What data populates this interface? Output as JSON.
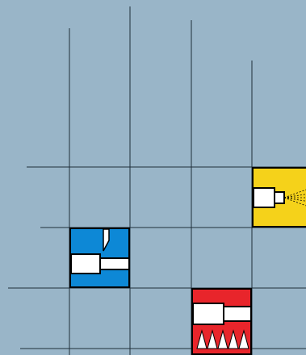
{
  "board": {
    "background_color": "#99b5c8",
    "grid_line_color": "#1f2f3a"
  },
  "pieces": [
    {
      "name": "laser-emitter",
      "color": "#f5d21a",
      "icon": "laser-emitter-icon"
    },
    {
      "name": "deflector-block",
      "color": "#0d88d6",
      "icon": "deflector-block-icon"
    },
    {
      "name": "spike-crusher",
      "color": "#e8252b",
      "icon": "spike-crusher-icon"
    }
  ]
}
